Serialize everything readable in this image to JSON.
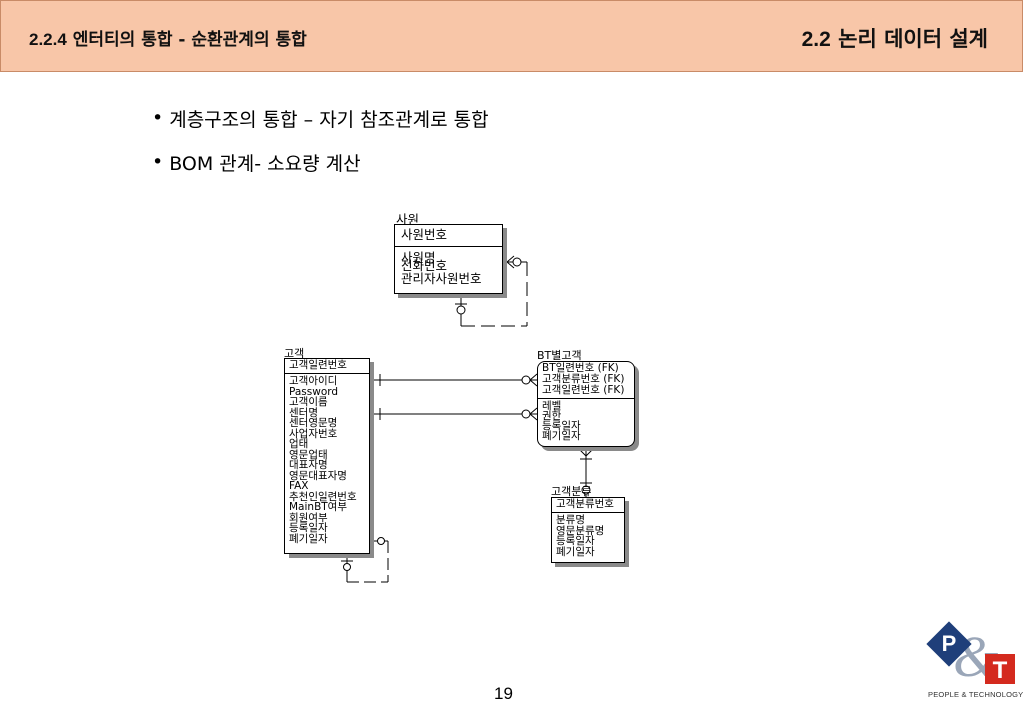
{
  "header": {
    "section_num": "2.2.4",
    "section_title": " 엔터티의 통합 -  순환관계의 통합",
    "chapter_num": "2.2",
    "chapter_title": " 논리 데이터 설계"
  },
  "bullets": [
    {
      "marker": "•",
      "text": "계층구조의 통합 – 자기 참조관계로 통합"
    },
    {
      "marker": "•",
      "text": "BOM 관계- 소요량 계산"
    }
  ],
  "entities": {
    "employee": {
      "title": "사원",
      "pk": "사원번호",
      "attrs": [
        "사원명",
        "전화번호",
        "관리자사원번호"
      ]
    },
    "customer": {
      "title": "고객",
      "pk": "고객일련번호",
      "attrs": [
        "고객아이디",
        "Password",
        "고객이름",
        "센터명",
        "센터영문명",
        "사업자번호",
        "업태",
        "영문업태",
        "대표자명",
        "영문대표자명",
        "FAX",
        "추천인일련번호",
        "MainBT여부",
        "회원여부",
        "등록일자",
        "폐기일자"
      ]
    },
    "bt_customer": {
      "title": "BT별고객",
      "pk_lines": [
        "BT일련번호 (FK)",
        "고객분류번호 (FK)",
        "고객일련번호 (FK)"
      ],
      "attrs": [
        "레벨",
        "권한",
        "등록일자",
        "폐기일자"
      ]
    },
    "customer_class": {
      "title": "고객분류",
      "pk": "고객분류번호",
      "attrs": [
        "분류명",
        "영문분류명",
        "등록일자",
        "폐기일자"
      ]
    }
  },
  "page_number": "19",
  "logo": {
    "letters": [
      "P",
      "&",
      "T"
    ],
    "caption": "PEOPLE & TECHNOLOGY",
    "colors": {
      "blue": "#1f3f7a",
      "red": "#d42a1e",
      "amp": "#9aa6b8"
    }
  },
  "colors": {
    "header_bg": "#f8c6a8",
    "header_border": "#c98b67"
  }
}
